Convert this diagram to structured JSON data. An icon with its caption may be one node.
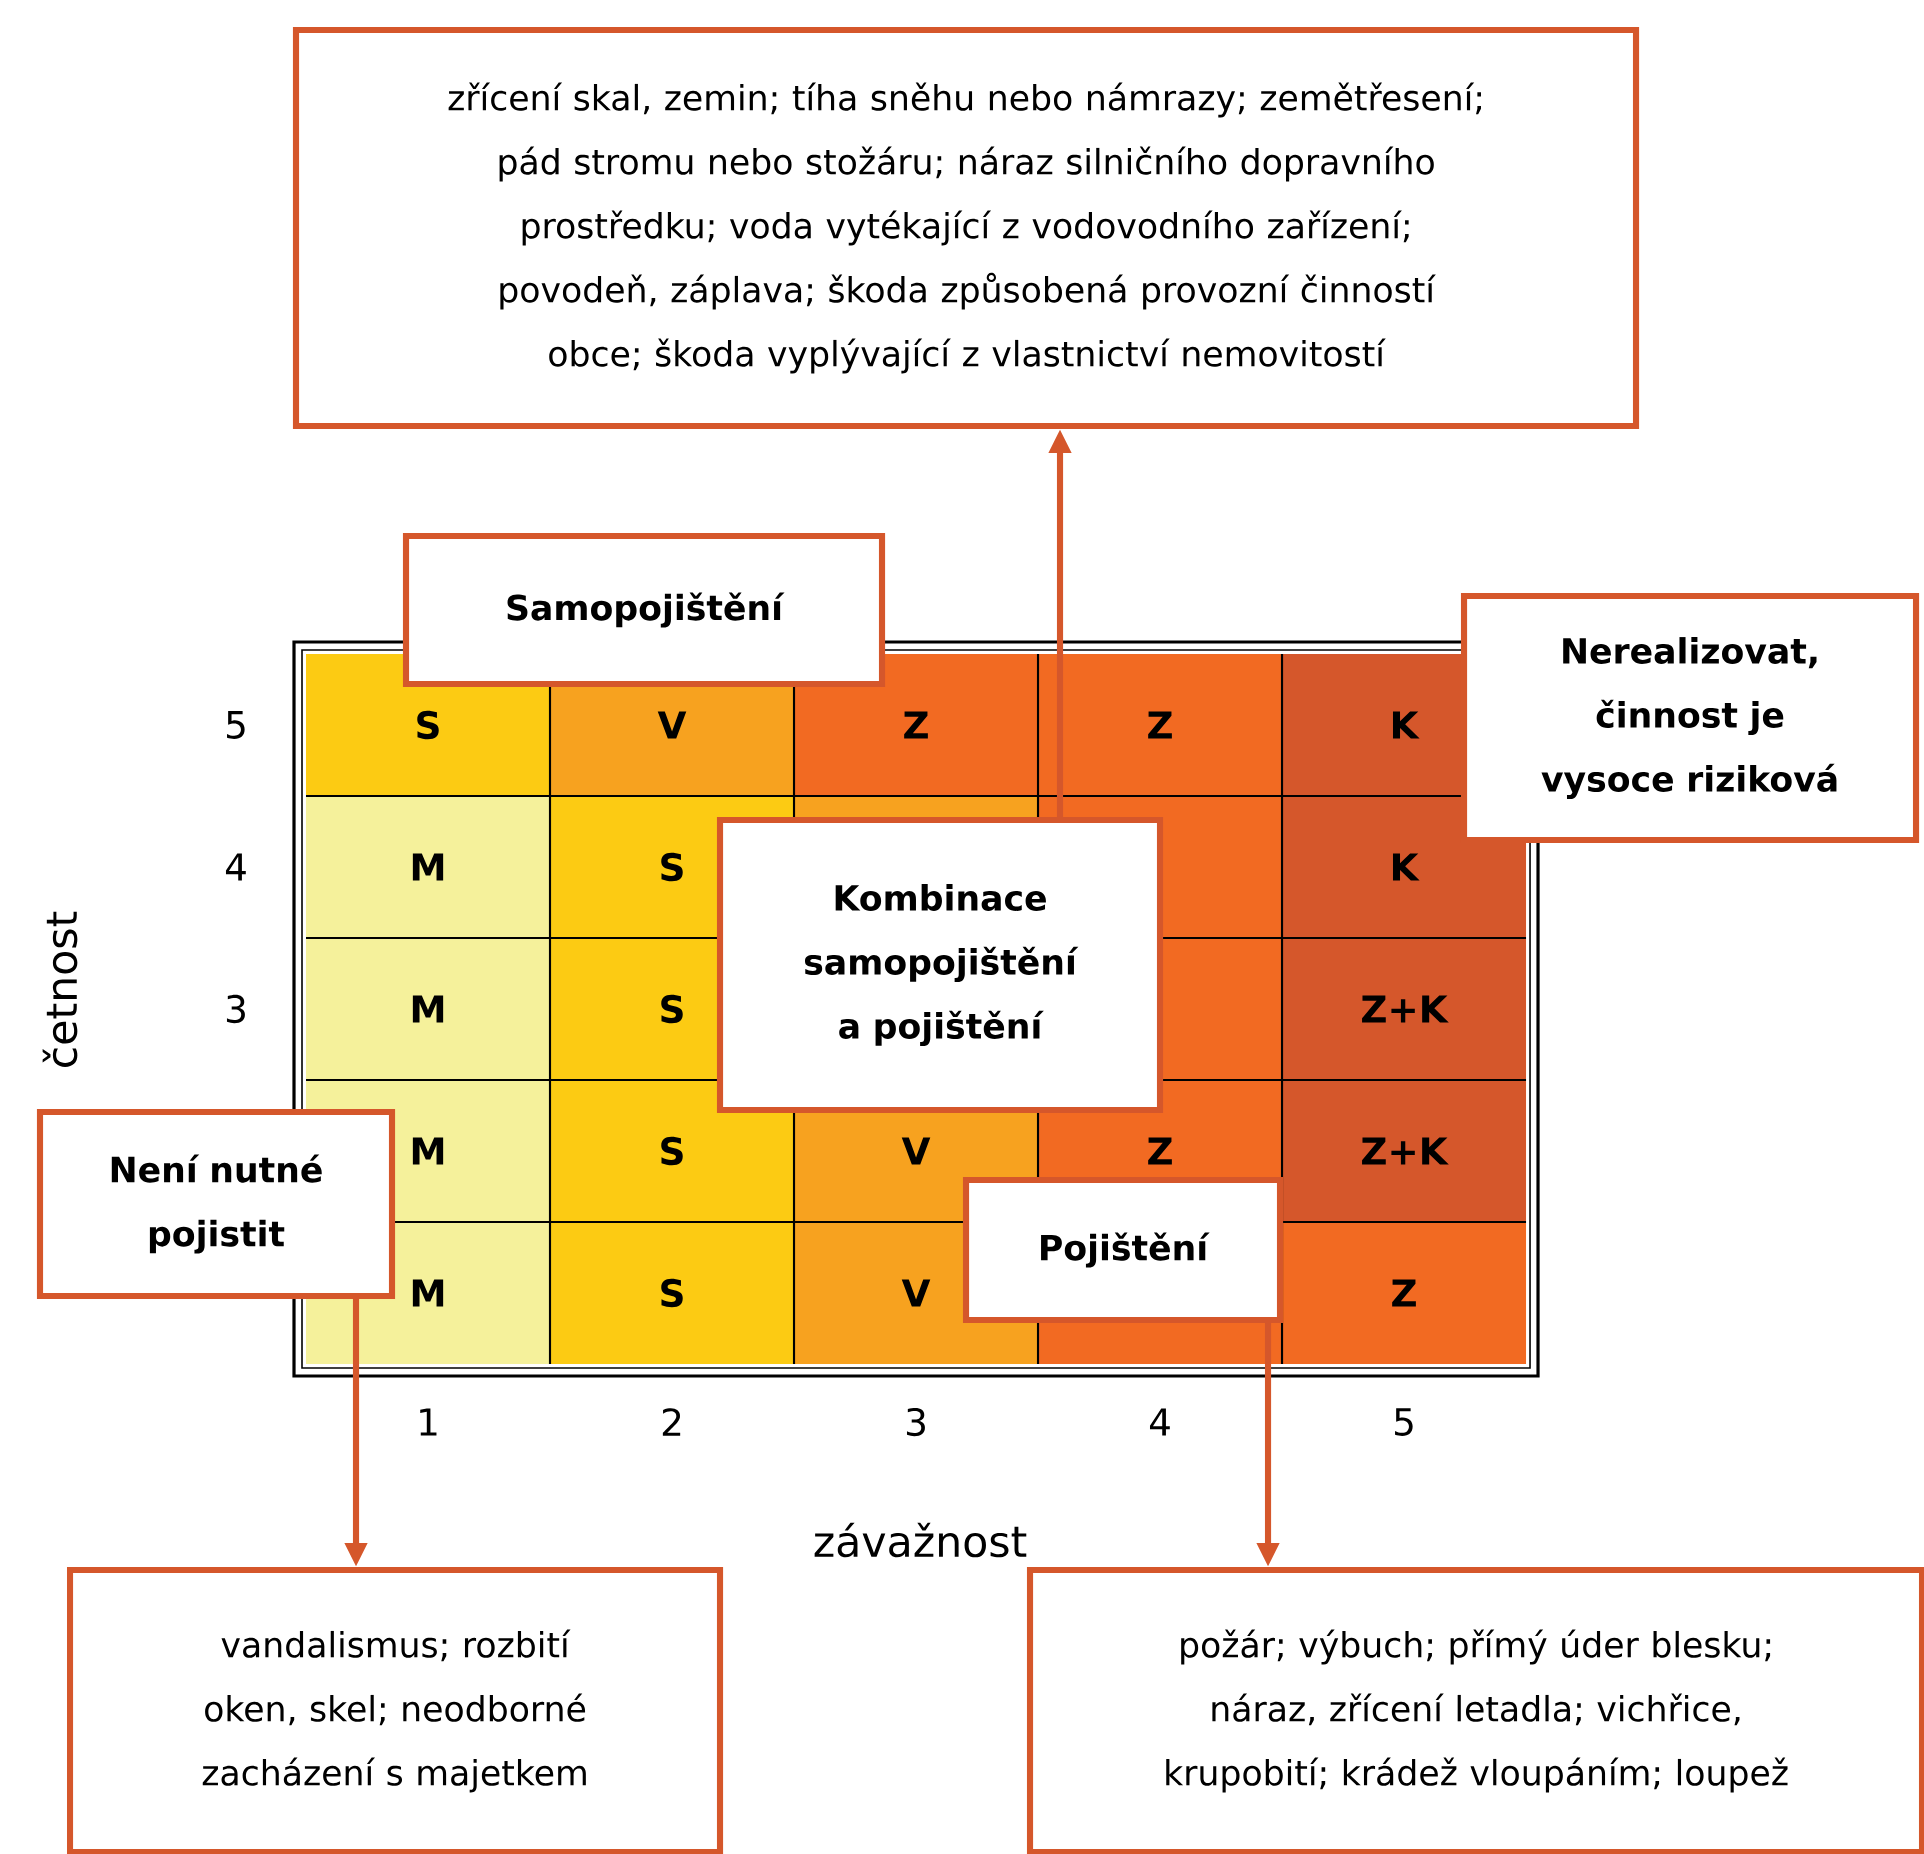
{
  "diagram": {
    "nodes": [
      {
        "text": [
          "zřícení skal, zemin; tíha sněhu nebo námrazy; zemětřesení; pád stromu nebo stožáru; náraz silničního dopravního prostředku; voda vytékající z vodovodního zařízení; povodeň, záplava; škoda způsobená provozní činností obce; škoda vyplývající z vlastnictví nemovitostí"
        ]
      },
      {
        "text": [
          "Samopojištění"
        ]
      },
      {
        "text": [
          "Nerealizovat, činnost je vysoce riziková"
        ]
      },
      {
        "text": [
          "Kombinace samopojištění a pojištění"
        ]
      },
      {
        "text": [
          "Není nutné pojistit"
        ]
      },
      {
        "text": [
          "Pojištění"
        ]
      },
      {
        "text": [
          "vandalismus; rozbití oken, skel; neodborné zacházení s majetkem"
        ]
      },
      {
        "text": [
          "požár; výbuch; přímý úder blesku; náraz, zřícení letadla; vichřice, krupobití; krádež vloupáním; loupež"
        ]
      }
    ],
    "edges": [
      {
        "from": 3,
        "to": 0,
        "arrow": "to"
      },
      {
        "from": 4,
        "to": 6,
        "arrow": "to"
      },
      {
        "from": 5,
        "to": 7,
        "arrow": "to"
      }
    ],
    "labels": [
      "S",
      "V",
      "Z",
      "Z",
      "K",
      "M",
      "S",
      "K",
      "M",
      "S",
      "Z+K",
      "M",
      "S",
      "V",
      "Z",
      "Z+K",
      "M",
      "S",
      "V",
      "Z",
      "5",
      "4",
      "3",
      "1",
      "2",
      "3",
      "4",
      "5",
      "četnost",
      "závažnost"
    ]
  }
}
